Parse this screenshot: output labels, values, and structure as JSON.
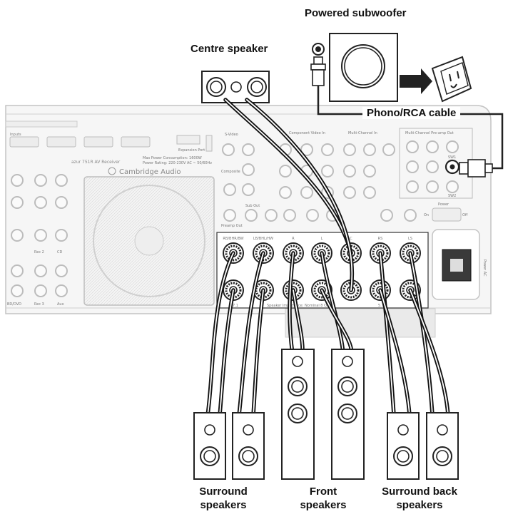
{
  "callouts": {
    "subwoofer": "Powered subwoofer",
    "centre": "Centre speaker",
    "cable": "Phono/RCA cable",
    "surround_line1": "Surround",
    "surround_line2": "speakers",
    "front_line1": "Front",
    "front_line2": "speakers",
    "surroundback_line1": "Surround back",
    "surroundback_line2": "speakers"
  },
  "panel": {
    "model": "azur 751R AV Receiver",
    "brand": "Cambridge Audio",
    "power_consumption": "Max Power Consumption: 1600W",
    "power_rating": "Power Rating: 220-230V AC ~ 50/60Hz",
    "expansion_port": "Expansion Port",
    "inputs_label": "Inputs",
    "component_label": "Component Video In",
    "multich_in_label": "Multi-Channel In",
    "multich_preout_label": "Multi-Channel Pre-amp Out",
    "sw1_label": "SW1",
    "sw2_label": "SW2",
    "power_label": "Power",
    "power_ac_label": "Power AC",
    "impedance_label": "Speaker Impedance: Nominal 8 Ohms",
    "label_71": "7.1",
    "label_51": "5.1",
    "labels_top": [
      "RB/BHR/BW",
      "LB/BHL/HW",
      "R",
      "L",
      "C",
      "RS",
      "LS"
    ],
    "rec2": "Rec 2",
    "cd": "CD",
    "aux": "Aux",
    "bddvd": "BD/DVD",
    "rec3": "Rec 3",
    "svideo": "S-Video",
    "composite": "Composite",
    "sub_out": "Sub Out",
    "preamp_out": "Preamp Out",
    "on": "On",
    "off": "Off"
  }
}
